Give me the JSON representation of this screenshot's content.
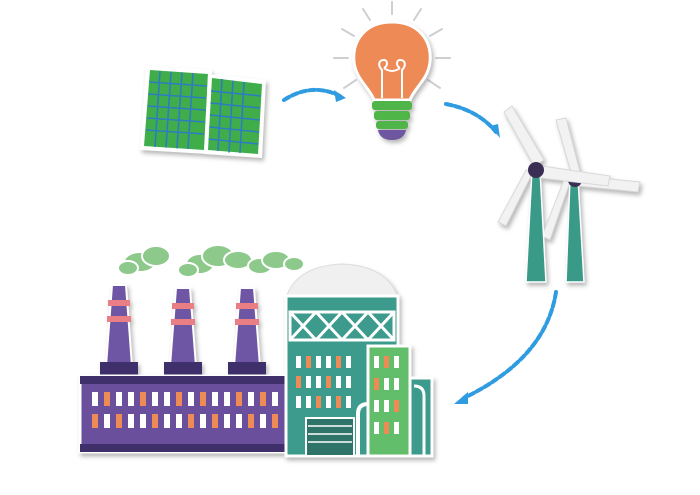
{
  "scene": {
    "elements": [
      "solar-panels",
      "light-bulb",
      "wind-turbines",
      "factory",
      "cycle-arrows"
    ],
    "colors": {
      "panel_green": "#3fae4a",
      "panel_grid": "#2d7cc0",
      "bulb_orange": "#ee8a55",
      "bulb_base_green": "#4fb548",
      "bulb_cap_purple": "#6e57a0",
      "turbine_tower_teal": "#3a9a88",
      "turbine_blade_white": "#f2f2f2",
      "turbine_hub_purple": "#3a2e55",
      "chimney_purple": "#6f56a4",
      "chimney_stripe": "#e97f84",
      "smoke_green": "#8cc98a",
      "factory_purple": "#6a4f9c",
      "factory_dark": "#3f2f6a",
      "factory_window_orange": "#ee8a55",
      "tower_teal": "#3c9b8c",
      "tower_light_green": "#62be6a",
      "dome_white": "#f0f0f0",
      "arrow_blue": "#2f9be0"
    }
  }
}
